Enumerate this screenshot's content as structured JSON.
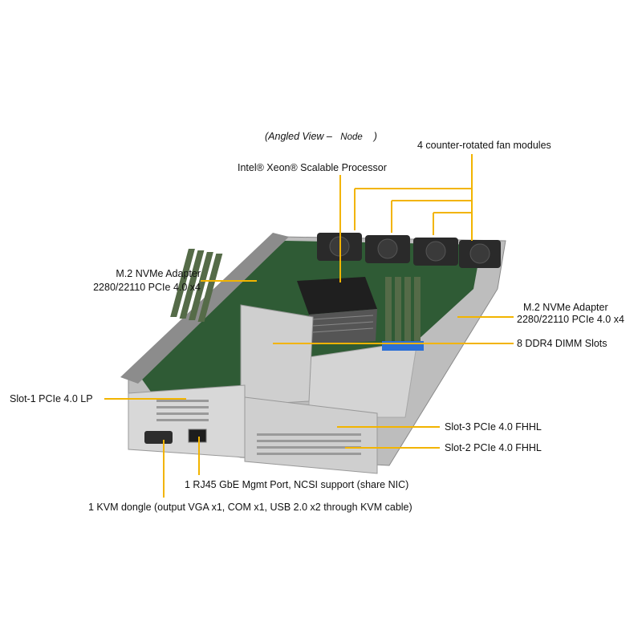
{
  "view_title": {
    "prefix": "(Angled View –",
    "node": "Node",
    "suffix": ")"
  },
  "callouts": {
    "fans": "4 counter-rotated  fan modules",
    "cpu": "Intel® Xeon® Scalable Processor",
    "m2_left_line1": "M.2 NVMe Adapter",
    "m2_left_line2": "2280/22110 PCIe 4.0 x4",
    "m2_right_line1": "M.2 NVMe Adapter",
    "m2_right_line2": "2280/22110 PCIe 4.0 x4",
    "dimm": "8 DDR4 DIMM Slots",
    "slot1": "Slot-1  PCIe 4.0 LP",
    "slot3": "Slot-3  PCIe 4.0 FHHL",
    "slot2": "Slot-2  PCIe 4.0 FHHL",
    "rj45": "1 RJ45 GbE Mgmt Port, NCSI support (share NIC)",
    "kvm": "1 KVM dongle (output  VGA x1,  COM x1,  USB 2.0 x2 through  KVM cable)"
  },
  "colors": {
    "leader": "#f2b400",
    "text": "#111111",
    "board": "#2f5b35",
    "chassis": "#c9c9c9"
  }
}
